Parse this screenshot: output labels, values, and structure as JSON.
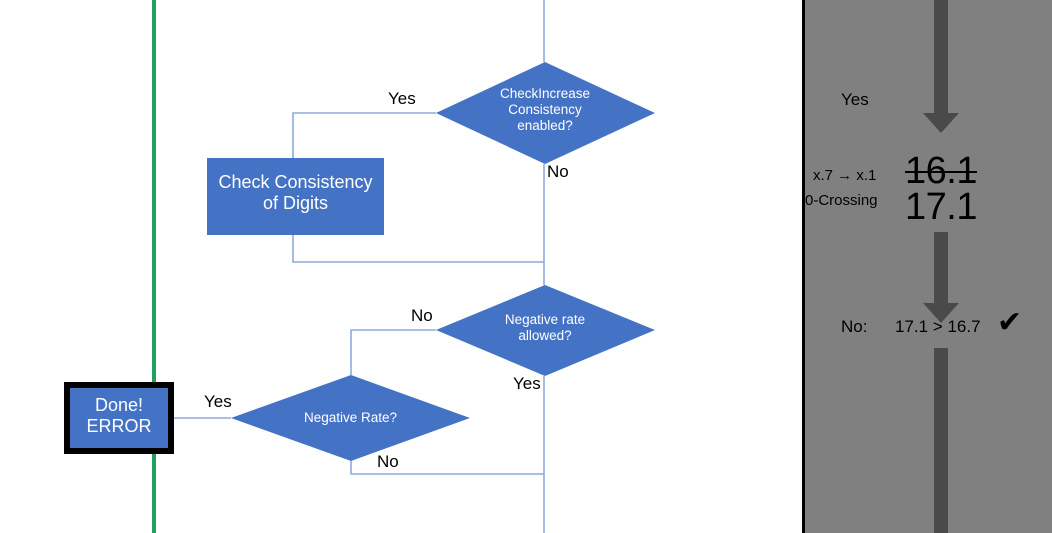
{
  "flowchart": {
    "nodes": {
      "check_increase": {
        "label_lines": [
          "CheckIncrease",
          "Consistency",
          "enabled?"
        ],
        "shape": "diamond"
      },
      "check_consistency": {
        "label_lines": [
          "Check Consistency",
          "of Digits"
        ],
        "shape": "process"
      },
      "negative_rate_allowed": {
        "label_lines": [
          "Negative rate",
          "allowed?"
        ],
        "shape": "diamond"
      },
      "negative_rate": {
        "label_lines": [
          "Negative Rate?"
        ],
        "shape": "diamond"
      },
      "done_error": {
        "label_lines": [
          "Done!",
          "ERROR"
        ],
        "shape": "terminator"
      }
    },
    "edge_labels": {
      "check_increase_yes": "Yes",
      "check_increase_no": "No",
      "negative_rate_allowed_no": "No",
      "negative_rate_allowed_yes": "Yes",
      "negative_rate_yes": "Yes",
      "negative_rate_no": "No"
    },
    "colors": {
      "shape_fill": "#4472C4",
      "connector": "#8FAADC",
      "shape_text": "#FFFFFF",
      "label_text": "#000000",
      "divider_green": "#21A162",
      "terminator_border": "#000000"
    }
  },
  "panel": {
    "background": "#808080",
    "arrow_color": "#4A4A4A",
    "branch_yes": "Yes",
    "note_line1": "x.7 → x.1",
    "note_line2": "0-Crossing",
    "value_struck": "16.1",
    "value_current": "17.1",
    "result_prefix": "No:",
    "result_expression": "17.1 > 16.7",
    "result_check": "✔"
  }
}
